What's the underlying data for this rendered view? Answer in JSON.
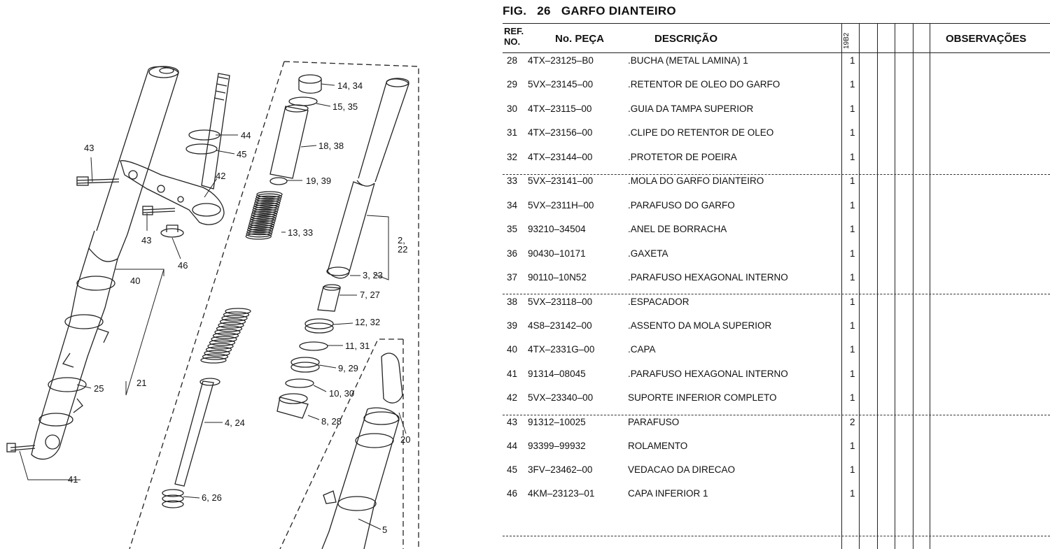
{
  "figure": {
    "fig_label": "FIG.",
    "fig_number": "26",
    "fig_name": "GARFO DIANTEIRO"
  },
  "table": {
    "headers": {
      "ref_line1": "REF.",
      "ref_line2": "NO.",
      "part_no": "No. PEÇA",
      "description": "DESCRIÇÃO",
      "model_code": "19B2",
      "observations": "OBSERVAÇÕES"
    },
    "rows": [
      {
        "ref": "28",
        "part_no": "4TX–23125–B0",
        "description": ".BUCHA (METAL LAMINA) 1",
        "qty": "1"
      },
      {
        "ref": "29",
        "part_no": "5VX–23145–00",
        "description": ".RETENTOR DE OLEO DO GARFO",
        "qty": "1"
      },
      {
        "ref": "30",
        "part_no": "4TX–23115–00",
        "description": ".GUIA DA TAMPA SUPERIOR",
        "qty": "1"
      },
      {
        "ref": "31",
        "part_no": "4TX–23156–00",
        "description": ".CLIPE DO RETENTOR DE OLEO",
        "qty": "1"
      },
      {
        "ref": "32",
        "part_no": "4TX–23144–00",
        "description": ".PROTETOR DE POEIRA",
        "qty": "1"
      },
      {
        "ref": "33",
        "part_no": "5VX–23141–00",
        "description": ".MOLA DO GARFO DIANTEIRO",
        "qty": "1"
      },
      {
        "ref": "34",
        "part_no": "5VX–2311H–00",
        "description": ".PARAFUSO DO GARFO",
        "qty": "1"
      },
      {
        "ref": "35",
        "part_no": "93210–34504",
        "description": ".ANEL DE BORRACHA",
        "qty": "1"
      },
      {
        "ref": "36",
        "part_no": "90430–10171",
        "description": ".GAXETA",
        "qty": "1"
      },
      {
        "ref": "37",
        "part_no": "90110–10N52",
        "description": ".PARAFUSO HEXAGONAL INTERNO",
        "qty": "1"
      },
      {
        "ref": "38",
        "part_no": "5VX–23118–00",
        "description": ".ESPACADOR",
        "qty": "1"
      },
      {
        "ref": "39",
        "part_no": "4S8–23142–00",
        "description": ".ASSENTO DA MOLA SUPERIOR",
        "qty": "1"
      },
      {
        "ref": "40",
        "part_no": "4TX–2331G–00",
        "description": ".CAPA",
        "qty": "1"
      },
      {
        "ref": "41",
        "part_no": "91314–08045",
        "description": ".PARAFUSO HEXAGONAL INTERNO",
        "qty": "1"
      },
      {
        "ref": "42",
        "part_no": "5VX–23340–00",
        "description": "SUPORTE INFERIOR COMPLETO",
        "qty": "1"
      },
      {
        "ref": "43",
        "part_no": "91312–10025",
        "description": "PARAFUSO",
        "qty": "2"
      },
      {
        "ref": "44",
        "part_no": "93399–99932",
        "description": "ROLAMENTO",
        "qty": "1"
      },
      {
        "ref": "45",
        "part_no": "3FV–23462–00",
        "description": "VEDACAO DA DIRECAO",
        "qty": "1"
      },
      {
        "ref": "46",
        "part_no": "4KM–23123–01",
        "description": "CAPA INFERIOR 1",
        "qty": "1"
      }
    ]
  },
  "diagram_callouts": [
    "14, 34",
    "15, 35",
    "18, 38",
    "19, 39",
    "13, 33",
    "2,",
    "22",
    "3, 23",
    "7, 27",
    "12, 32",
    "11, 31",
    "9, 29",
    "10, 30",
    "8, 28",
    "4, 24",
    "6, 26",
    "20",
    "5",
    "43",
    "44",
    "45",
    "42",
    "43",
    "46",
    "40",
    "21",
    "25",
    "41"
  ]
}
